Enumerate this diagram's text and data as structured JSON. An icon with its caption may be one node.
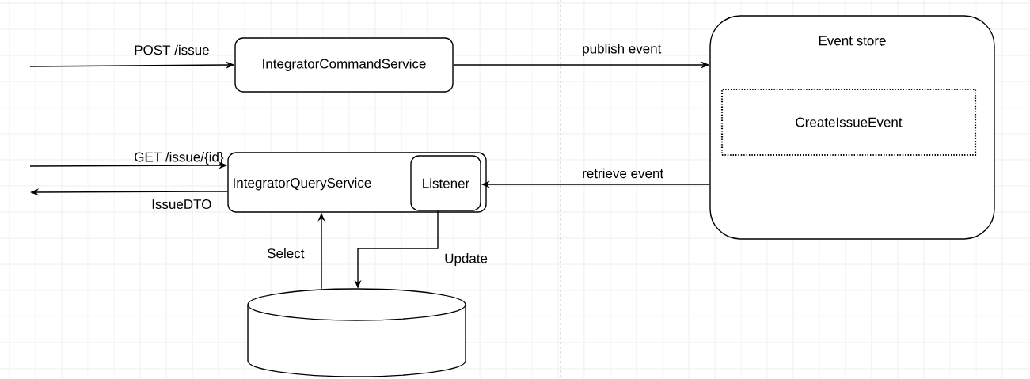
{
  "diagram": {
    "nodes": [
      {
        "text": [
          "IntegratorCommandService"
        ]
      },
      {
        "text": [
          "IntegratorQueryService"
        ]
      },
      {
        "text": [
          "Listener"
        ],
        "in": 1
      },
      {
        "text": [
          "Event store"
        ]
      },
      {
        "text": [
          "CreateIssueEvent"
        ],
        "in": 3
      },
      {
        "text": [],
        "shape": "cylinder"
      }
    ],
    "edges": [
      {
        "from": null,
        "to": 0,
        "arrow": "to",
        "label": "POST /issue"
      },
      {
        "from": 0,
        "to": 3,
        "arrow": "to",
        "label": "publish event"
      },
      {
        "from": null,
        "to": 1,
        "arrow": "to",
        "label": "GET /issue/{id}"
      },
      {
        "from": 1,
        "to": null,
        "arrow": "to",
        "label": "IssueDTO"
      },
      {
        "from": 3,
        "to": 2,
        "arrow": "to",
        "label": "retrieve event"
      },
      {
        "from": 5,
        "to": 1,
        "arrow": "to",
        "label": "Select"
      },
      {
        "from": 2,
        "to": 5,
        "arrow": "to",
        "label": "Update"
      }
    ]
  }
}
